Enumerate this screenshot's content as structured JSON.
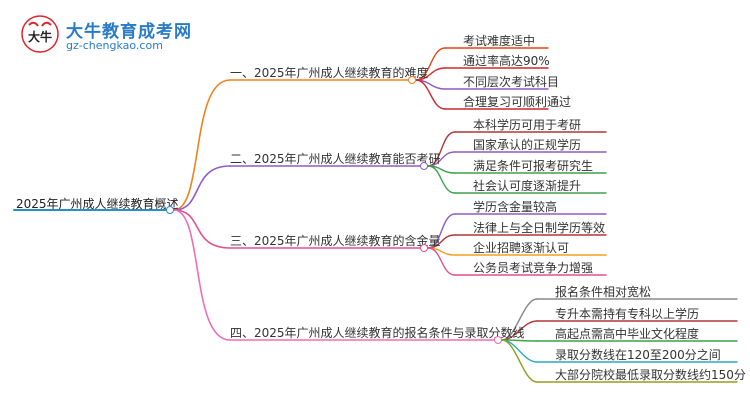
{
  "site": {
    "name": "大牛教育成考网",
    "url": "gz-chengkao.com",
    "logo_mark_text": "大牛",
    "brand_color": "#2a7bc7"
  },
  "mindmap": {
    "root": "2025年广州成人继续教育概述",
    "branches": [
      {
        "label": "一、2025年广州成人继续教育的难度",
        "color": "#f0821e",
        "leaves": [
          "考试难度适中",
          "通过率高达90%",
          "不同层次考试科目",
          "合理复习可顺利通过"
        ]
      },
      {
        "label": "二、2025年广州成人继续教育能否考研",
        "color": "#8e5cc4",
        "leaves": [
          "本科学历可用于考研",
          "国家承认的正规学历",
          "满足条件可报考研究生",
          "社会认可度逐渐提升"
        ]
      },
      {
        "label": "三、2025年广州成人继续教育的含金量",
        "color": "#e34f8a",
        "leaves": [
          "学历含金量较高",
          "法律上与全日制学历等效",
          "企业招聘逐渐认可",
          "公务员考试竞争力增强"
        ]
      },
      {
        "label": "四、2025年广州成人继续教育的报名条件与录取分数线",
        "color": "#f06eb4",
        "leaves": [
          "报名条件相对宽松",
          "专升本需持有专科以上学历",
          "高起点需高中毕业文化程度",
          "录取分数线在120至200分之间",
          "大部分院校最低录取分数线约150分"
        ]
      }
    ],
    "leaf_colors": [
      [
        "#e8430e",
        "#d1262c",
        "#8e5cc4",
        "#d1262c"
      ],
      [
        "#b0363c",
        "#8e5cc4",
        "#3aa04a",
        "#3aa04a"
      ],
      [
        "#8e5cc4",
        "#b0363c",
        "#f0a020",
        "#e34f8a"
      ],
      [
        "#888888",
        "#b0363c",
        "#3aa04a",
        "#2aa8c8",
        "#90a020"
      ]
    ],
    "root_color": "#2a8fc7"
  }
}
